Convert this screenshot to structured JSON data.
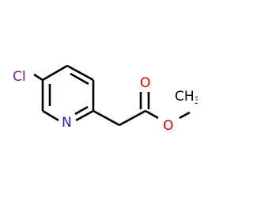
{
  "molecule": {
    "atoms": {
      "chlorine": {
        "label": "Cl",
        "color": "#7f1f9e"
      },
      "nitrogen": {
        "label": "N",
        "color": "#2a1fb5"
      },
      "carbonyl_oxygen": {
        "label": "O",
        "color": "#e60000"
      },
      "ester_oxygen": {
        "label": "O",
        "color": "#e60000"
      },
      "methyl": {
        "label": "CH",
        "subscript": "3",
        "color": "#000000"
      }
    }
  }
}
